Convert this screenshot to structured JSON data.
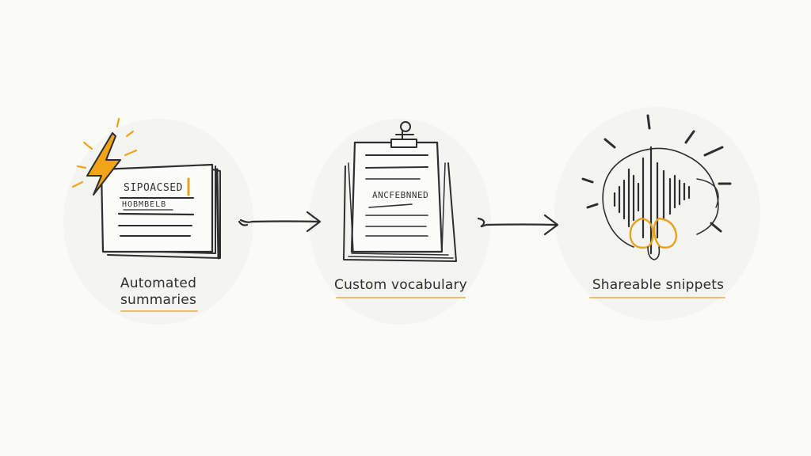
{
  "steps": [
    {
      "label_line1": "Automated",
      "label_line2": "summaries",
      "doc_heading": "SIPOACSED",
      "doc_subheading": "HOBMBELB",
      "icon": "lightning-document-icon"
    },
    {
      "label_line1": "Custom vocabulary",
      "doc_heading": "ANCFEBNNED",
      "icon": "clipboard-icon"
    },
    {
      "label_line1": "Shareable snippets",
      "icon": "audio-waveform-bulb-icon"
    }
  ],
  "colors": {
    "ink": "#2e2e2e",
    "accent": "#e8a21c",
    "highlight": "#e7b25a",
    "background": "#fafaf8"
  }
}
